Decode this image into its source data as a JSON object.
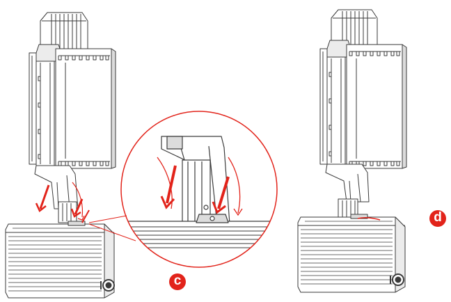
{
  "steps": [
    {
      "id": "c",
      "label": "c"
    },
    {
      "id": "d",
      "label": "d"
    }
  ],
  "colors": {
    "line": "#3a3a3a",
    "fill": "#ffffff",
    "shade": "#dcdcdc",
    "accent": "#e2231a"
  },
  "illustration": {
    "left_panel": "assembly-with-motion-arrows",
    "detail_callout": "magnified-bracket-detail",
    "right_panel": "assembled-unit"
  }
}
